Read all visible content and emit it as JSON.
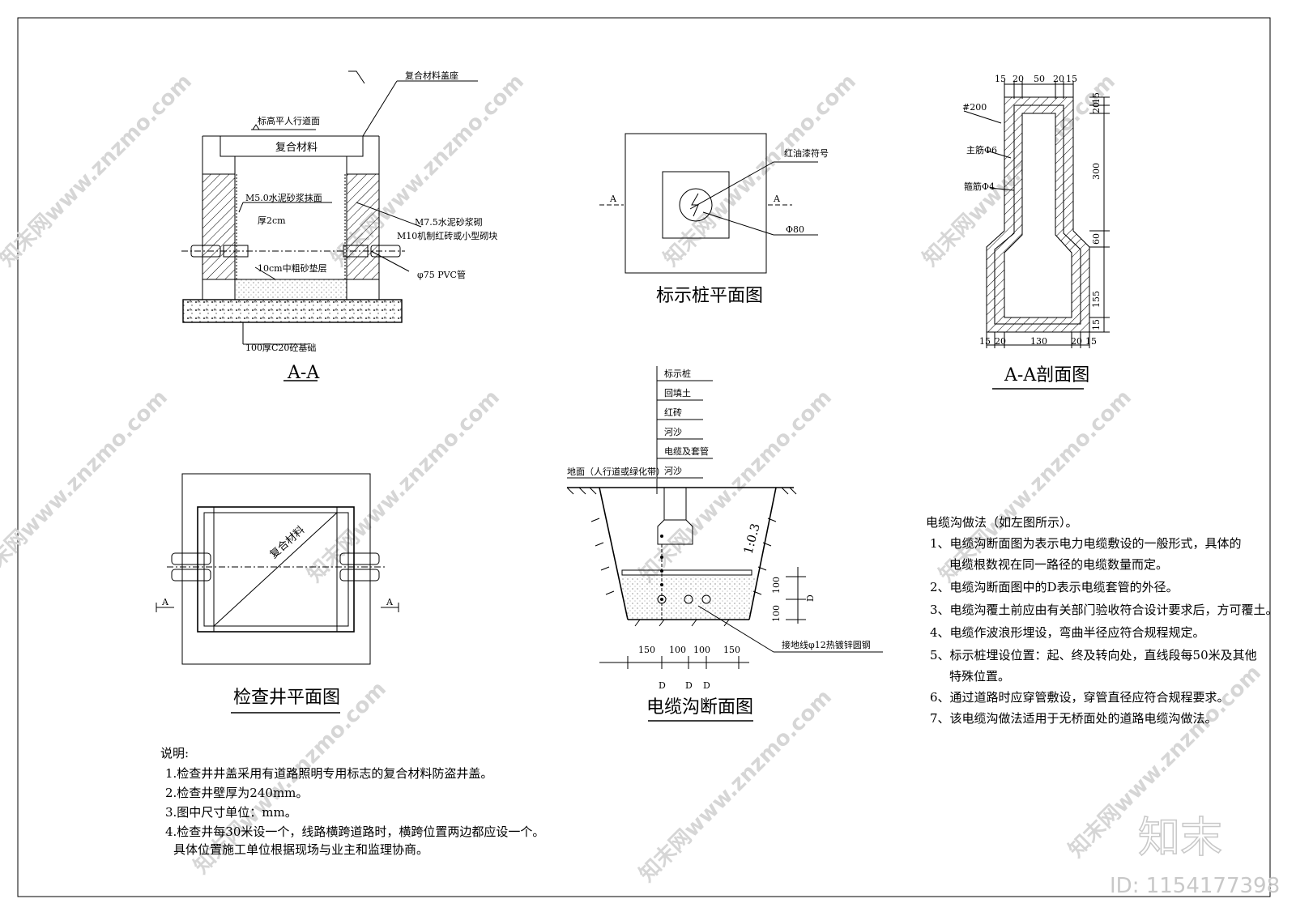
{
  "watermark": {
    "site": "知末网www.znzmo.com",
    "logo": "知末",
    "id": "ID: 1154177398"
  },
  "section_aa": {
    "title": "A-A",
    "labels": {
      "cover_seat": "复合材料盖座",
      "grade": "标高平人行道面",
      "cover": "复合材料",
      "plaster1": "M5.0水泥砂浆抹面",
      "plaster2": "厚2cm",
      "mortar1": "M7.5水泥砂浆砌",
      "mortar2": "M10机制红砖或小型砌块",
      "sand": "10cm中粗砂垫层",
      "pvc": "φ75 PVC管",
      "base": "100厚C20砼基础"
    }
  },
  "pile_plan": {
    "title": "标示桩平面图",
    "red_paint": "红油漆符号",
    "dia": "Φ80",
    "cut_left": "A",
    "cut_right": "A"
  },
  "pile_section": {
    "title": "A-A剖面图",
    "top_dims": [
      "15",
      "20",
      "50",
      "20",
      "15"
    ],
    "bottom_dims": [
      "15",
      "20",
      "130",
      "20",
      "15"
    ],
    "right_dims": [
      "15",
      "20",
      "300",
      "60",
      "155",
      "15"
    ],
    "labels": {
      "concrete": "#200",
      "main_bar": "主筋Φ6",
      "stirrup": "箍筋Φ4"
    }
  },
  "well_plan": {
    "title": "检查井平面图",
    "cover": "复合材料",
    "cut_left": "A",
    "cut_right": "A"
  },
  "trench": {
    "title": "电缆沟断面图",
    "layers": [
      "标示桩",
      "回填土",
      "红砖",
      "河沙",
      "电缆及套管",
      "河沙"
    ],
    "ground": "地面（人行道或绿化带）",
    "slope": "1:0.3",
    "dims_right": [
      "100",
      "D",
      "100"
    ],
    "bottom_dims": [
      "150",
      "100",
      "100",
      "150"
    ],
    "d_labels": [
      "D",
      "D",
      "D"
    ],
    "ground_wire": "接地线φ12热镀锌圆钢"
  },
  "notes_right": {
    "heading": "电缆沟做法（如左图所示）。",
    "lines": [
      "1、电缆沟断面图为表示电力电缆敷设的一般形式，具体的",
      "电缆根数视在同一路径的电缆数量而定。",
      "2、电缆沟断面图中的D表示电缆套管的外径。",
      "3、电缆沟覆土前应由有关部门验收符合设计要求后，方可覆土。",
      "4、电缆作波浪形埋设，弯曲半径应符合规程规定。",
      "5、标示桩埋设位置：起、终及转向处，直线段每50米及其他",
      "特殊位置。",
      "6、通过道路时应穿管敷设，穿管直径应符合规程要求。",
      "7、该电缆沟做法适用于无桥面处的道路电缆沟做法。"
    ]
  },
  "notes_bottom": {
    "heading": "说明:",
    "lines": [
      "1.检查井井盖采用有道路照明专用标志的复合材料防盗井盖。",
      "2.检查井壁厚为240mm。",
      "3.图中尺寸单位：mm。",
      "4.检查井每30米设一个，线路横跨道路时，横跨位置两边都应设一个。",
      "具体位置施工单位根据现场与业主和监理协商。"
    ]
  }
}
